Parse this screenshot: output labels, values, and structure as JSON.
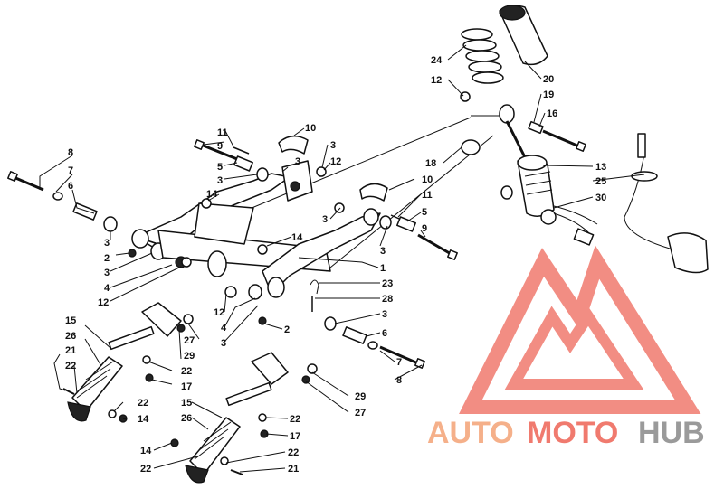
{
  "diagram": {
    "callouts": [
      {
        "id": "c-8-top",
        "text": "8"
      },
      {
        "id": "c-7-top",
        "text": "7"
      },
      {
        "id": "c-6-top",
        "text": "6"
      },
      {
        "id": "c-3-a",
        "text": "3"
      },
      {
        "id": "c-2-a",
        "text": "2"
      },
      {
        "id": "c-3-b",
        "text": "3"
      },
      {
        "id": "c-4-a",
        "text": "4"
      },
      {
        "id": "c-12-a",
        "text": "12"
      },
      {
        "id": "c-11-a",
        "text": "11"
      },
      {
        "id": "c-9-a",
        "text": "9"
      },
      {
        "id": "c-5-a",
        "text": "5"
      },
      {
        "id": "c-3-c",
        "text": "3"
      },
      {
        "id": "c-3-d",
        "text": "3"
      },
      {
        "id": "c-14-a",
        "text": "14"
      },
      {
        "id": "c-10-a",
        "text": "10"
      },
      {
        "id": "c-3-e",
        "text": "3"
      },
      {
        "id": "c-12-b",
        "text": "12"
      },
      {
        "id": "c-18",
        "text": "18"
      },
      {
        "id": "c-10-b",
        "text": "10"
      },
      {
        "id": "c-11-b",
        "text": "11"
      },
      {
        "id": "c-5-b",
        "text": "5"
      },
      {
        "id": "c-9-b",
        "text": "9"
      },
      {
        "id": "c-3-f",
        "text": "3"
      },
      {
        "id": "c-3-g",
        "text": "3"
      },
      {
        "id": "c-14-b",
        "text": "14"
      },
      {
        "id": "c-1",
        "text": "1"
      },
      {
        "id": "c-23",
        "text": "23"
      },
      {
        "id": "c-28",
        "text": "28"
      },
      {
        "id": "c-12-c",
        "text": "12"
      },
      {
        "id": "c-4-b",
        "text": "4"
      },
      {
        "id": "c-3-h",
        "text": "3"
      },
      {
        "id": "c-2-b",
        "text": "2"
      },
      {
        "id": "c-3-i",
        "text": "3"
      },
      {
        "id": "c-6-b",
        "text": "6"
      },
      {
        "id": "c-7-b",
        "text": "7"
      },
      {
        "id": "c-8-b",
        "text": "8"
      },
      {
        "id": "c-24",
        "text": "24"
      },
      {
        "id": "c-12-d",
        "text": "12"
      },
      {
        "id": "c-20",
        "text": "20"
      },
      {
        "id": "c-19",
        "text": "19"
      },
      {
        "id": "c-16",
        "text": "16"
      },
      {
        "id": "c-13",
        "text": "13"
      },
      {
        "id": "c-25",
        "text": "25"
      },
      {
        "id": "c-30",
        "text": "30"
      },
      {
        "id": "c-15-a",
        "text": "15"
      },
      {
        "id": "c-26-a",
        "text": "26"
      },
      {
        "id": "c-21-a",
        "text": "21"
      },
      {
        "id": "c-22-a",
        "text": "22"
      },
      {
        "id": "c-27-a",
        "text": "27"
      },
      {
        "id": "c-29-a",
        "text": "29"
      },
      {
        "id": "c-22-b",
        "text": "22"
      },
      {
        "id": "c-17-a",
        "text": "17"
      },
      {
        "id": "c-22-c",
        "text": "22"
      },
      {
        "id": "c-14-c",
        "text": "14"
      },
      {
        "id": "c-15-b",
        "text": "15"
      },
      {
        "id": "c-26-b",
        "text": "26"
      },
      {
        "id": "c-22-d",
        "text": "22"
      },
      {
        "id": "c-17-b",
        "text": "17"
      },
      {
        "id": "c-29-b",
        "text": "29"
      },
      {
        "id": "c-27-b",
        "text": "27"
      },
      {
        "id": "c-14-d",
        "text": "14"
      },
      {
        "id": "c-22-e",
        "text": "22"
      },
      {
        "id": "c-22-f",
        "text": "22"
      },
      {
        "id": "c-21-b",
        "text": "21"
      }
    ]
  },
  "watermark": {
    "word_part1": "AUTO",
    "word_part2": "MOTO",
    "word_part3": "HUB",
    "color_orange": "#f5b08a",
    "color_red": "#f07a6e",
    "color_gray": "#9a9a9a"
  }
}
